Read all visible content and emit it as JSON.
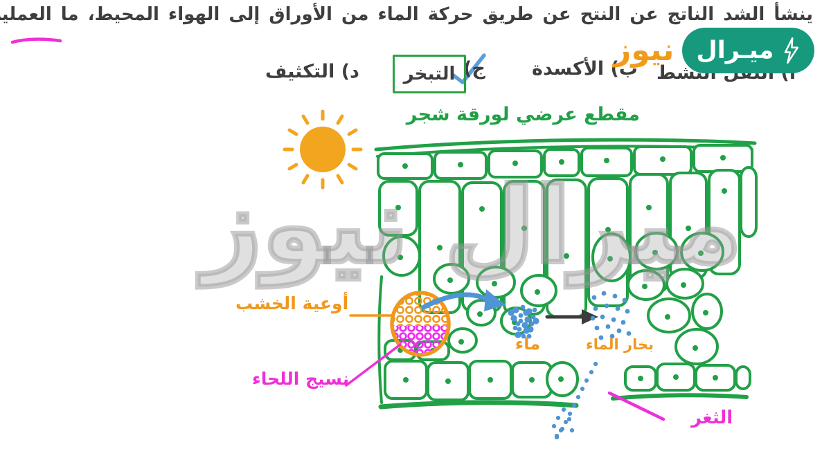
{
  "watermark": {
    "text": "ميرال نيوز"
  },
  "logo": {
    "brand": "ميـرال",
    "suffix": "نيوز"
  },
  "question": {
    "text": "ينشأ الشد الناتج عن النتح عن طريق حركة الماء من الأوراق إلى الهواء المحيط، ما العملية التي يخرج بها بخار الماء من الثغور ؟"
  },
  "options": {
    "a": "أ) النقل النشط",
    "b": "ب) الأكسدة",
    "c_letter": "ج)",
    "c": "التبخر",
    "d": "د) التكثيف"
  },
  "diagram": {
    "title": "مقطع عرضي لورقة شجر",
    "labels": {
      "xylem": "أوعية الخشب",
      "phloem": "نسيج اللحاء",
      "water": "ماء",
      "water_vapor": "بخار الماء",
      "stoma": "الثغر"
    }
  },
  "colors": {
    "drawing_green": "#22a047",
    "answer_box_green": "#2aa345",
    "accent_orange": "#f0981d",
    "label_magenta": "#ee30d8",
    "scribble_magenta": "#f02ef0",
    "water_blue": "#4f94d4",
    "ink_gray": "#3e3e3e",
    "logo_green": "#17997e",
    "logo_orange": "#f09c1b",
    "watermark_gray": "#a6a6a6",
    "sun_orange": "#f2a51f"
  }
}
